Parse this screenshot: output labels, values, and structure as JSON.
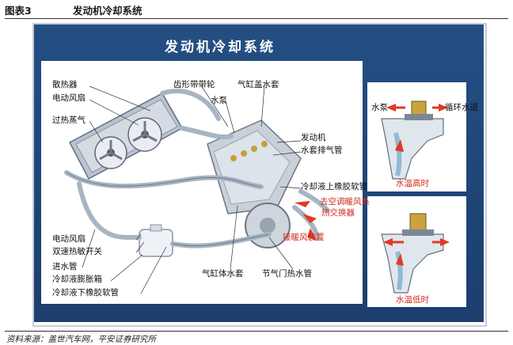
{
  "header": {
    "figure_no": "图表3",
    "title": "发动机冷却系统"
  },
  "diagram_title": "发动机冷却系统",
  "labels": {
    "radiator": "散热器",
    "fan": "电动风扇",
    "overheat": "过热蒸气",
    "gear_belt": "齿形带带轮",
    "cyl_head": "气缸盖水套",
    "pump": "水泵",
    "engine": "发动机",
    "vent": "水套排气管",
    "upper_hose": "冷却液上橡胶软管",
    "to_heater_1": "去空调暖风系",
    "to_heater_2": "热交换器",
    "heater": "接暖风装置",
    "fan2": "电动风扇",
    "switch": "双速热敏开关",
    "inlet": "进水管",
    "tank": "冷却液膨胀箱",
    "lower_hose": "冷却液下橡胶软管",
    "block": "气缸体水套",
    "thermostat": "节气门热水管",
    "side_pump": "水泵",
    "side_loop": "循环水道",
    "temp_high": "水温高时",
    "temp_low": "水温低时"
  },
  "source": "资料来源：盖世汽车网，平安证券研究所",
  "colors": {
    "band": "#1c3f70",
    "pipe": "#a7b4c3",
    "arrow": "#e03a22",
    "coolant": "#8fb9d6"
  }
}
